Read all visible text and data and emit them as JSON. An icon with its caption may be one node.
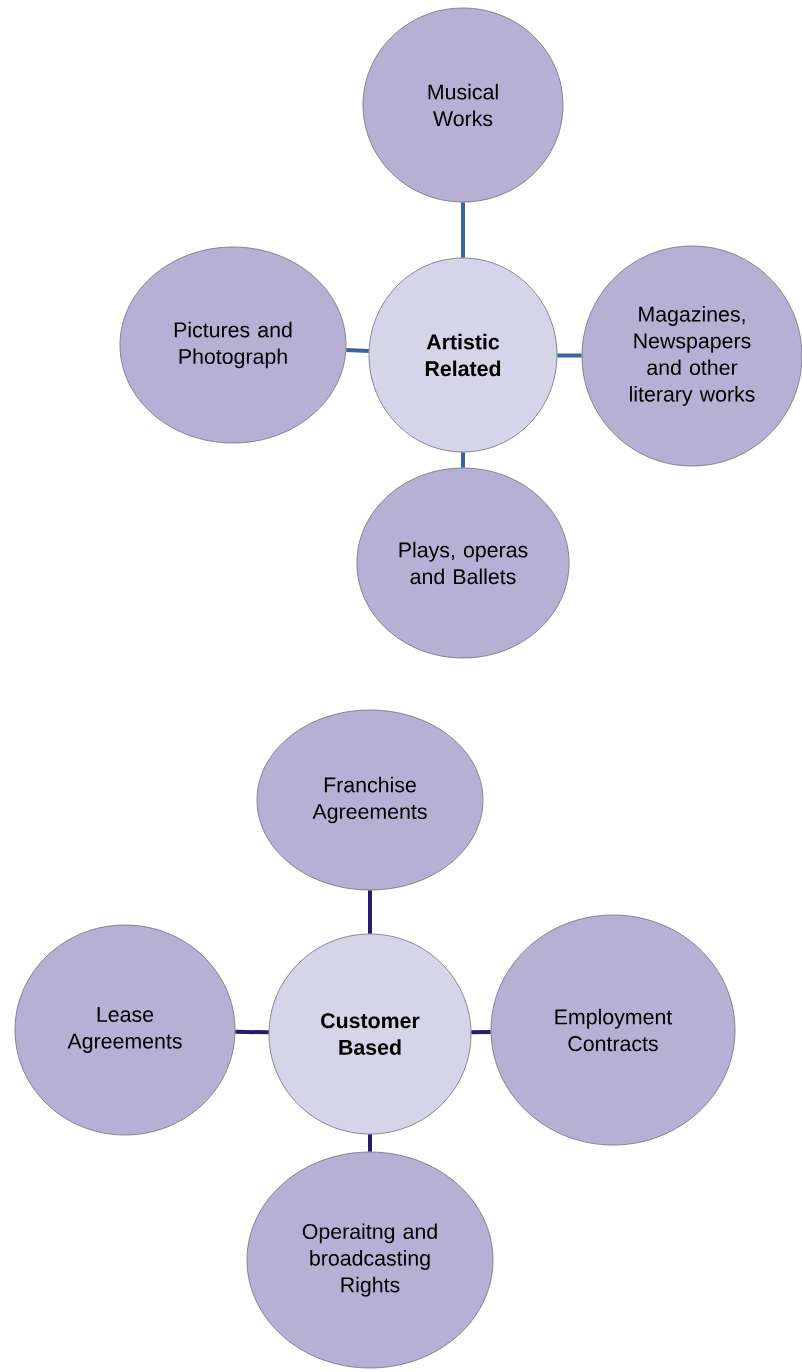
{
  "diagram": {
    "nodes": [
      {
        "text": [
          "Musical Works"
        ]
      },
      {
        "text": [
          "Pictures and Photograph"
        ]
      },
      {
        "text": [
          "Artistic Related"
        ]
      },
      {
        "text": [
          "Magazines, Newspapers and other literary works"
        ]
      },
      {
        "text": [
          "Plays, operas and Ballets"
        ]
      },
      {
        "text": [
          "Franchise Agreements"
        ]
      },
      {
        "text": [
          "Lease Agreements"
        ]
      },
      {
        "text": [
          "Customer Based"
        ]
      },
      {
        "text": [
          "Employment Contracts"
        ]
      },
      {
        "text": [
          "Operaitng and broadcasting Rights"
        ]
      }
    ],
    "edges": [
      {
        "from": 2,
        "to": 0,
        "arrow": "none",
        "color": "#3c6496"
      },
      {
        "from": 2,
        "to": 1,
        "arrow": "none",
        "color": "#3c6496"
      },
      {
        "from": 2,
        "to": 3,
        "arrow": "none",
        "color": "#3c6496"
      },
      {
        "from": 2,
        "to": 4,
        "arrow": "none",
        "color": "#3c6496"
      },
      {
        "from": 7,
        "to": 5,
        "arrow": "none",
        "color": "#2a1a6e"
      },
      {
        "from": 7,
        "to": 6,
        "arrow": "none",
        "color": "#2a1a6e"
      },
      {
        "from": 7,
        "to": 8,
        "arrow": "none",
        "color": "#2a1a6e"
      },
      {
        "from": 7,
        "to": 9,
        "arrow": "none",
        "color": "#2a1a6e"
      }
    ]
  }
}
